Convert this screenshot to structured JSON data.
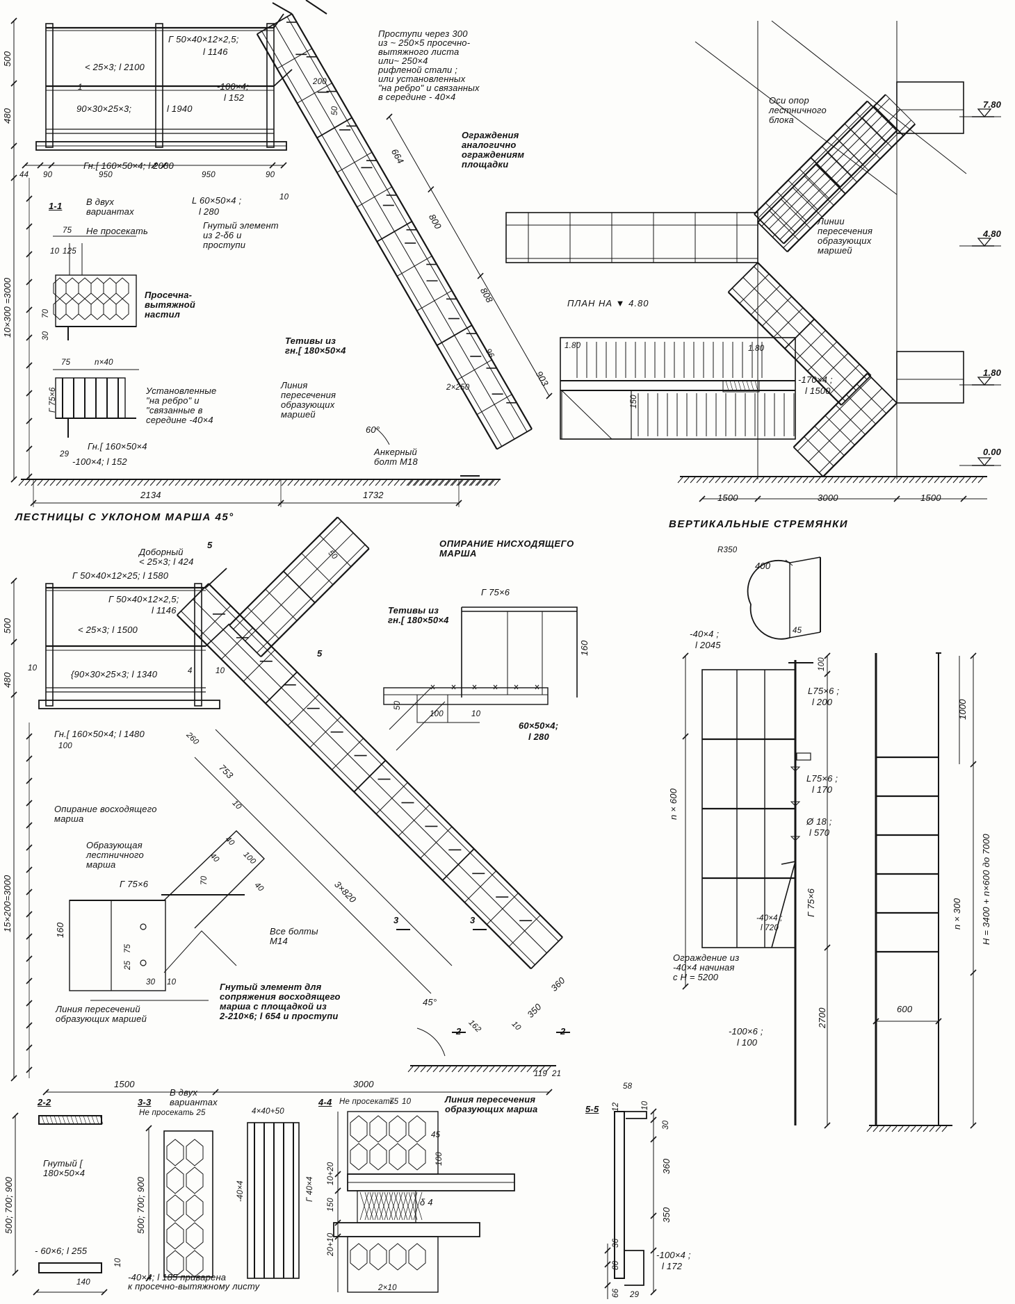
{
  "section_top": {
    "railing_post": "Г 50×40×12×2,5;",
    "railing_post_len": "l 1146",
    "angle_top": "< 25×3; l 2100",
    "mid_rail": "90×30×25×3;",
    "mid_rail_len": "l 1940",
    "strip_a": "-100×4;",
    "strip_a_len": "l 152",
    "channel_bottom": "Гн.[ 160×50×4; l 2080",
    "dim_500": "500",
    "dim_480": "480",
    "dim_44": "44",
    "dim_90a": "90",
    "dim_950a": "950",
    "dim_950b": "950",
    "dim_90b": "90",
    "dim_1": "1",
    "dim_200": "200",
    "dim_50": "50",
    "dim_10": "10",
    "angle_l": "L 60×50×4 ;",
    "angle_l_len": "l 280",
    "bent_element": "Гнутый элемент\nиз 2-δ6 и\nпроступи",
    "treads_note": "Проступи через 300\nиз ~ 250×5 просечно-\nвытяжного листа\nили~ 250×4\nрифленой стали ;\nили установленных\n\"на ребро\" и связанных\nв середине - 40×4",
    "fence_note": "Ограждения\nаналогично\nограждениям\nплощадки",
    "dim_664": "664",
    "dim_800": "800",
    "dim_808": "808",
    "dim_903": "903",
    "dim_96": "96",
    "dim_2x250": "2×250",
    "stringers": "Тетивы из\nгн.[ 180×50×4",
    "intersection_line": "Линия\nпересечения\nобразующих\nмаршей",
    "angle_60": "60°",
    "anchor_bolt": "Анкерный\nболт М18",
    "dim_2134": "2134",
    "dim_1732": "1732",
    "dim_10x300": "10×300 =3000"
  },
  "detail_1_1": {
    "title": "1-1",
    "variants": "В двух\nвариантах",
    "dim_75": "75",
    "no_cut": "Не просекать",
    "dim_10": "10",
    "dim_125": "125",
    "grating": "Просечна-\nвытяжной\nнастил",
    "dim_70": "70",
    "dim_30": "30",
    "dim_75b": "75",
    "dim_nx40": "n×40",
    "angle_75x6": "Г 75×6",
    "edge_note": "Установленные\n\"на ребро\" и\n\"связанные в\nсередине -40×4",
    "dim_29": "29",
    "channel": "Гн.[ 160×50×4",
    "strip": "-100×4; l 152"
  },
  "plan_480": {
    "title": "ПЛАН НА ▼ 4.80",
    "mark_a": "1.80",
    "mark_b": "1.80",
    "dim_150": "150",
    "strip": "-170×4 ;",
    "strip_len": "l 1500"
  },
  "elevation_right": {
    "axes_note": "Оси опор\nлестничного\nблока",
    "intersection_note": "Линии\nпересечения\nобразующих\nмаршей",
    "mark_780": "7.80",
    "mark_480": "4.80",
    "mark_180": "1.80",
    "mark_000": "0.00",
    "dim_1500a": "1500",
    "dim_3000": "3000",
    "dim_1500b": "1500"
  },
  "headings": {
    "stairs_45": "ЛЕСТНИЦЫ С УКЛОНОМ  МАРША 45°",
    "vertical_ladders": "ВЕРТИКАЛЬНЫЕ  СТРЕМЯНКИ",
    "descending_support": "ОПИРАНИЕ НИСХОДЯЩЕГО\nМАРША"
  },
  "section_45": {
    "extra_rail": "Доборный\n< 25×3; l 424",
    "top_rail": "Г 50×40×12×25; l 1580",
    "post": "Г 50×40×12×2,5;",
    "post_len": "l 1146",
    "angle_top": "< 25×3; l 1500",
    "mid_rail": "{90×30×25×3; l 1340",
    "channel": "Гн.[ 160×50×4; l 1480",
    "dim_500": "500",
    "dim_480": "480",
    "dim_10a": "10",
    "dim_4": "4",
    "dim_10b": "10",
    "dim_100": "100",
    "dim_260": "260",
    "dim_753": "753",
    "dim_10c": "10",
    "dim_50": "50",
    "dim_5a": "5",
    "dim_5b": "5",
    "ascending_support": "Опирание восходящего\nмарша",
    "generatrix": "Образующая\nлестничного\nмарша",
    "angle_75x6": "Г 75×6",
    "dim_40a": "40",
    "dim_40b": "40",
    "dim_100b": "100",
    "dim_70": "70",
    "dim_40c": "40",
    "dim_160": "160",
    "dim_75": "75",
    "dim_25": "25",
    "dim_30": "30",
    "dim_10d": "10",
    "intersection": "Линия пересечений\nобразующих маршей",
    "bent_element": "Гнутый элемент для\nсопряжения восходящего\nмарша с площадкой из\n2-210×6; l 654 и проступи",
    "all_bolts": "Все болты\nМ14",
    "dim_3x820": "3×820",
    "sec_3a": "3",
    "sec_3b": "3",
    "dim_360": "360",
    "dim_350": "350",
    "dim_45deg": "45°",
    "dim_162": "162",
    "dim_10e": "10",
    "sec_2a": "2",
    "sec_2b": "2",
    "dim_119": "119",
    "dim_21": "21",
    "dim_1500": "1500",
    "dim_3000": "3000",
    "dim_15x200": "15×200=3000",
    "desc_angle": "Г 75×6",
    "desc_stringers": "Тетивы из\nгн.[ 180×50×4",
    "desc_dim_160": "160",
    "desc_dim_50": "50",
    "desc_dim_100": "100",
    "desc_dim_10": "10",
    "desc_plate": "60×50×4;",
    "desc_plate_len": "l 280"
  },
  "ladders": {
    "dim_r350": "R350",
    "dim_400": "400",
    "strip_top": "-40×4 ;",
    "strip_top_len": "l 2045",
    "dim_45": "45",
    "dim_100": "100",
    "angle_a": "L75×6 ;",
    "angle_a_len": "l 200",
    "angle_b": "L75×6 ;",
    "angle_b_len": "l 170",
    "rod": "Ø 18 ;",
    "rod_len": "l 570",
    "angle_c": "Г 75×6",
    "strip_mid": "-40×4 ;",
    "strip_mid_len": "l 720",
    "dim_nx600": "n × 600",
    "dim_2700": "2700",
    "fence_note": "Ограждение из\n-40×4 начиная\nс H = 5200",
    "base_plate": "-100×6 ;",
    "base_plate_len": "l 100",
    "dim_1000": "1000",
    "dim_nx300": "n × 300",
    "dim_height": "H = 3400 + n×600 до 7000",
    "dim_600": "600"
  },
  "detail_2_2": {
    "title": "2-2",
    "channel": "Гнутый [\n180×50×4",
    "dim_height": "500; 700; 900",
    "plate": "- 60×6; l 255",
    "dim_10": "10",
    "dim_140": "140"
  },
  "detail_3_3": {
    "title": "3-3",
    "variants": "В двух\nвариантах",
    "no_cut": "Не просекать 25",
    "dim_height": "500; 700; 900",
    "dim_4x40": "4×40+50",
    "strip": "-40×4",
    "angle": "Г 40×4",
    "weld_note": "-40×4; l 185 приварена\nк просечно-вытяжному листу"
  },
  "detail_4_4": {
    "title": "4-4",
    "no_cut": "Не просекать",
    "dim_75": "75",
    "dim_10": "10",
    "intersection": "Линия пересечения\nобразующих марша",
    "dim_45": "45",
    "dim_100": "100",
    "dim_10x20": "10+20",
    "dim_150": "150",
    "dim_20x10": "20+10",
    "dim_d4": "δ 4",
    "dim_2x10": "2×10"
  },
  "detail_5_5": {
    "title": "5-5",
    "dim_58": "58",
    "dim_12": "12",
    "dim_10": "10",
    "dim_30": "30",
    "dim_360": "360",
    "dim_350": "350",
    "dim_36": "36",
    "dim_80": "80",
    "dim_66": "66",
    "dim_29": "29",
    "plate": "-100×4 ;",
    "plate_len": "l 172"
  }
}
